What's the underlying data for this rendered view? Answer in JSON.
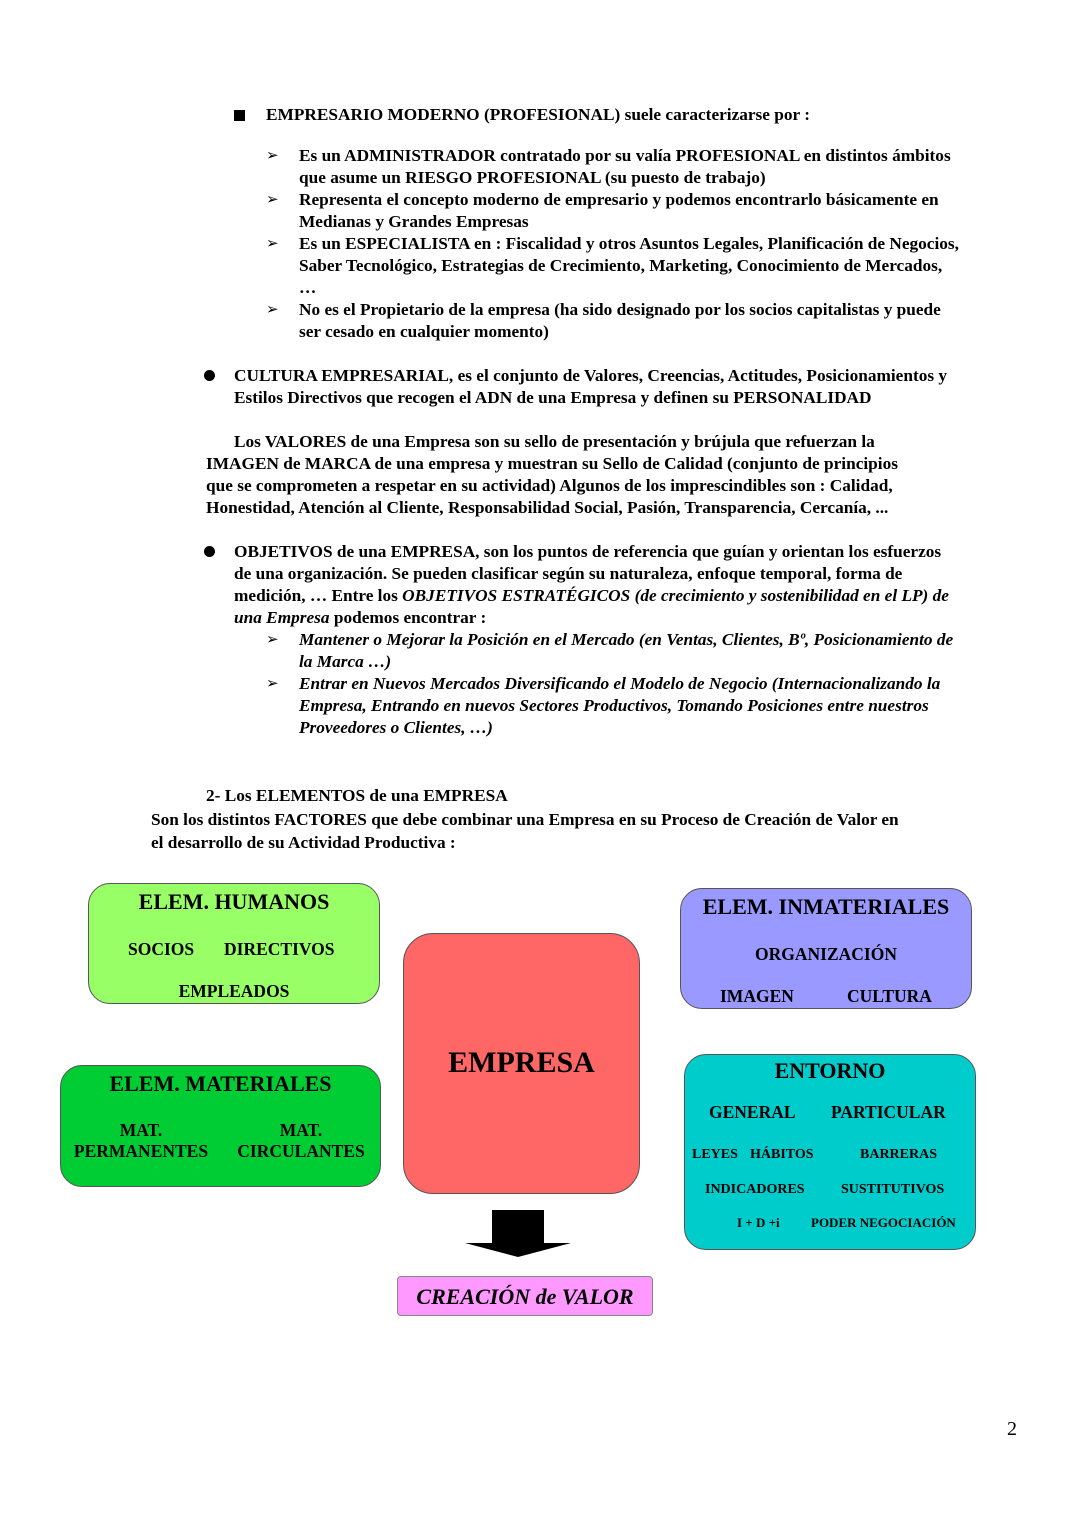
{
  "section1": {
    "empresario_heading": "EMPRESARIO MODERNO (PROFESIONAL)  suele caracterizarse por :",
    "empresario_items": [
      [
        "Es un ADMINISTRADOR contratado por su valía PROFESIONAL en distintos ámbitos",
        "que asume un RIESGO PROFESIONAL (su puesto de trabajo)"
      ],
      [
        "Representa el concepto moderno de empresario y podemos encontrarlo básicamente en",
        "Medianas y Grandes Empresas"
      ],
      [
        "Es un ESPECIALISTA en : Fiscalidad y otros Asuntos Legales, Planificación de Negocios,",
        "Saber Tecnológico, Estrategias de Crecimiento, Marketing, Conocimiento de Mercados,",
        "…"
      ],
      [
        "No es el Propietario de la empresa (ha sido designado por los socios capitalistas y puede",
        "ser cesado en cualquier momento)"
      ]
    ],
    "cultura_lines": [
      "CULTURA EMPRESARIAL, es el conjunto de Valores, Creencias, Actitudes, Posicionamientos y",
      "Estilos Directivos que recogen el ADN de una Empresa y definen su PERSONALIDAD"
    ],
    "valores_lines": [
      "Los VALORES de una Empresa son su sello de presentación y brújula que refuerzan la",
      "IMAGEN de MARCA de una empresa y muestran su Sello de Calidad (conjunto de principios",
      "que se comprometen a respetar en su actividad) Algunos de los imprescindibles son : Calidad,",
      "Honestidad, Atención al Cliente, Responsabilidad Social, Pasión, Transparencia, Cercanía, ..."
    ],
    "objetivos_lines": [
      "OBJETIVOS de una EMPRESA, son los puntos de referencia que guían y orientan los esfuerzos",
      "de una organización. Se pueden clasificar según su naturaleza, enfoque temporal, forma de"
    ],
    "objetivos_line3_plain": "medición, … Entre los ",
    "objetivos_line3_italic": "OBJETIVOS ESTRATÉGICOS (de crecimiento y sostenibilidad en el LP) de",
    "objetivos_line4_italic": "una Empresa",
    "objetivos_line4_plain": " podemos encontrar :",
    "objetivos_items": [
      [
        " Mantener o Mejorar la Posición en el Mercado (en Ventas, Clientes, Bº, Posicionamiento de",
        "la Marca …)"
      ],
      [
        "Entrar en Nuevos Mercados Diversificando el Modelo de Negocio (Internacionalizando la",
        "Empresa, Entrando en nuevos Sectores Productivos, Tomando Posiciones entre nuestros",
        "Proveedores o Clientes, …)"
      ]
    ]
  },
  "section2": {
    "heading": "2-  Los ELEMENTOS de una EMPRESA",
    "intro_lines": [
      "Son los distintos FACTORES que debe combinar una Empresa en su Proceso de Creación de Valor en",
      "el desarrollo de su Actividad Productiva :"
    ]
  },
  "diagram": {
    "humanos": {
      "title": "ELEM. HUMANOS",
      "socios": "SOCIOS",
      "directivos": "DIRECTIVOS",
      "empleados": "EMPLEADOS",
      "color": "#99ff66"
    },
    "materiales": {
      "title": "ELEM. MATERIALES",
      "mat1": "MAT.",
      "permanentes": "PERMANENTES",
      "mat2": "MAT.",
      "circulantes": "CIRCULANTES",
      "color": "#00cc33"
    },
    "empresa": {
      "label": "EMPRESA",
      "color": "#ff6666"
    },
    "inmateriales": {
      "title": "ELEM. INMATERIALES",
      "organizacion": "ORGANIZACIÓN",
      "imagen": "IMAGEN",
      "cultura": "CULTURA",
      "color": "#9999ff"
    },
    "entorno": {
      "title": "ENTORNO",
      "general": "GENERAL",
      "particular": "PARTICULAR",
      "leyes": "LEYES",
      "habitos": "HÁBITOS",
      "barreras": "BARRERAS",
      "indicadores": "INDICADORES",
      "sustitutivos": "SUSTITUTIVOS",
      "id": "I + D +i",
      "poder": "PODER NEGOCIACIÓN",
      "color": "#00cccc"
    },
    "creacion": {
      "label": "CREACIÓN de VALOR",
      "color": "#ff99ff"
    }
  },
  "page_number": "2"
}
